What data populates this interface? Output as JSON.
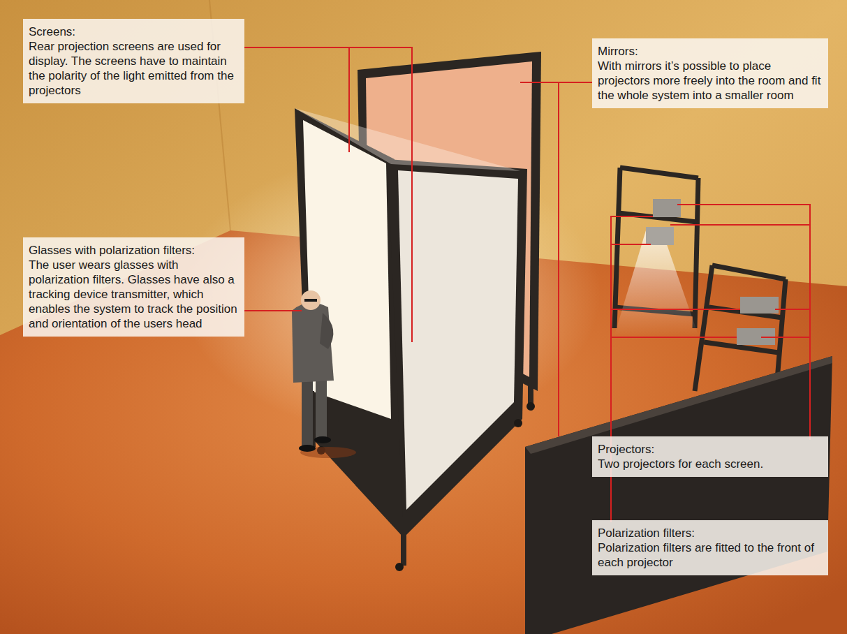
{
  "diagram": {
    "nodes": [
      {
        "text": [
          "Screens:",
          "Rear projection screens are used for display. The screens have to maintain the polarity of the light emitted from the projectors"
        ]
      },
      {
        "text": [
          "Mirrors:",
          "With mirrors it’s possible to place projectors more freely into the room and fit the whole system into a smaller room"
        ]
      },
      {
        "text": [
          "Glasses with polarization filters:",
          "The user wears glasses with polarization filters. Glasses have also a tracking device transmitter, which enables the system to track the position and orientation of the users head"
        ]
      },
      {
        "text": [
          "Projectors:",
          "Two projectors for each screen."
        ]
      },
      {
        "text": [
          "Polarization filters:",
          "Polarization filters are fitted to the front of each projector"
        ]
      }
    ]
  }
}
